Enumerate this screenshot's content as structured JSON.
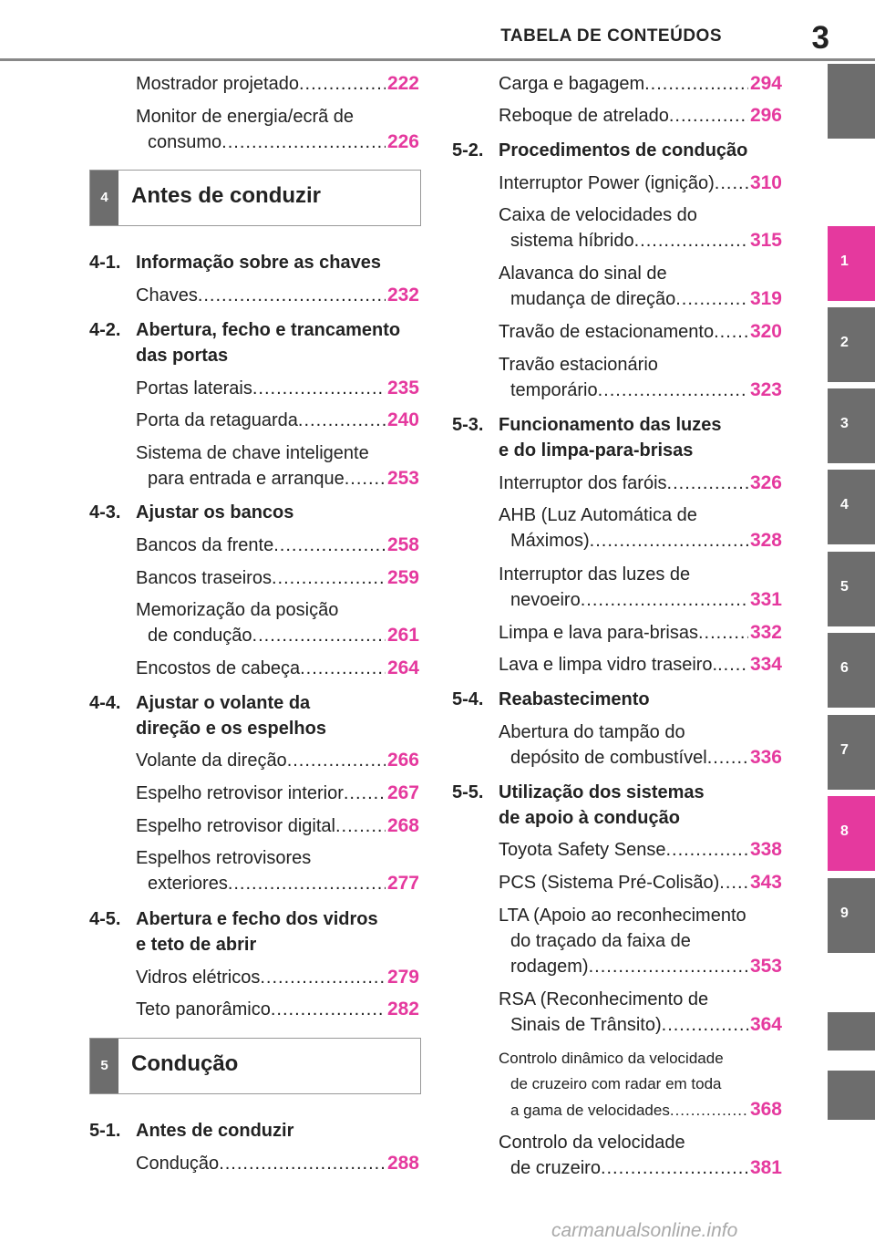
{
  "header": {
    "title": "TABELA DE CONTEÚDOS",
    "page_number": "3"
  },
  "left_column": {
    "top_entries": [
      {
        "lines": [
          "Mostrador projetado"
        ],
        "page": "222"
      },
      {
        "lines": [
          "Monitor de energia/ecrã de",
          "consumo"
        ],
        "page": "226"
      }
    ],
    "chapter4": {
      "tab": "4",
      "title": "Antes de conduzir"
    },
    "sections": [
      {
        "num": "4-1.",
        "title": [
          "Informação sobre as chaves"
        ],
        "entries": [
          {
            "lines": [
              "Chaves"
            ],
            "page": "232"
          }
        ]
      },
      {
        "num": "4-2.",
        "title": [
          "Abertura, fecho e trancamento",
          "das portas"
        ],
        "entries": [
          {
            "lines": [
              "Portas laterais"
            ],
            "page": "235"
          },
          {
            "lines": [
              "Porta da retaguarda"
            ],
            "page": "240"
          },
          {
            "lines": [
              "Sistema de chave inteligente",
              "para entrada e arranque"
            ],
            "page": "253"
          }
        ]
      },
      {
        "num": "4-3.",
        "title": [
          "Ajustar os bancos"
        ],
        "entries": [
          {
            "lines": [
              "Bancos da frente"
            ],
            "page": "258"
          },
          {
            "lines": [
              "Bancos traseiros"
            ],
            "page": "259"
          },
          {
            "lines": [
              "Memorização da posição",
              "de condução"
            ],
            "page": "261"
          },
          {
            "lines": [
              "Encostos de cabeça"
            ],
            "page": "264"
          }
        ]
      },
      {
        "num": "4-4.",
        "title": [
          "Ajustar o volante da",
          "direção e os espelhos"
        ],
        "entries": [
          {
            "lines": [
              "Volante da direção"
            ],
            "page": "266"
          },
          {
            "lines": [
              "Espelho retrovisor interior"
            ],
            "page": "267"
          },
          {
            "lines": [
              "Espelho retrovisor digital"
            ],
            "page": "268"
          },
          {
            "lines": [
              "Espelhos retrovisores",
              "exteriores"
            ],
            "page": "277"
          }
        ]
      },
      {
        "num": "4-5.",
        "title": [
          "Abertura e fecho dos vidros",
          "e teto de abrir"
        ],
        "entries": [
          {
            "lines": [
              "Vidros elétricos"
            ],
            "page": "279"
          },
          {
            "lines": [
              "Teto panorâmico"
            ],
            "page": "282"
          }
        ]
      }
    ],
    "chapter5": {
      "tab": "5",
      "title": "Condução"
    },
    "sections2": [
      {
        "num": "5-1.",
        "title": [
          "Antes de conduzir"
        ],
        "entries": [
          {
            "lines": [
              "Condução"
            ],
            "page": "288"
          }
        ]
      }
    ]
  },
  "right_column": {
    "top_entries": [
      {
        "lines": [
          "Carga e bagagem"
        ],
        "page": "294"
      },
      {
        "lines": [
          "Reboque de atrelado"
        ],
        "page": "296"
      }
    ],
    "sections": [
      {
        "num": "5-2.",
        "title": [
          "Procedimentos de condução"
        ],
        "entries": [
          {
            "lines": [
              "Interruptor Power (ignição)"
            ],
            "page": "310"
          },
          {
            "lines": [
              "Caixa de velocidades do",
              "sistema híbrido"
            ],
            "page": "315"
          },
          {
            "lines": [
              "Alavanca do sinal de",
              "mudança de direção"
            ],
            "page": "319"
          },
          {
            "lines": [
              "Travão de estacionamento"
            ],
            "page": "320"
          },
          {
            "lines": [
              "Travão estacionário",
              "temporário"
            ],
            "page": "323"
          }
        ]
      },
      {
        "num": "5-3.",
        "title": [
          "Funcionamento das luzes",
          "e do limpa-para-brisas"
        ],
        "entries": [
          {
            "lines": [
              "Interruptor dos faróis"
            ],
            "page": "326"
          },
          {
            "lines": [
              "AHB (Luz Automática de",
              "Máximos)"
            ],
            "page": "328"
          },
          {
            "lines": [
              "Interruptor das luzes de",
              "nevoeiro"
            ],
            "page": "331"
          },
          {
            "lines": [
              "Limpa e lava para-brisas"
            ],
            "page": "332"
          },
          {
            "lines": [
              "Lava e limpa vidro traseiro."
            ],
            "page": "334"
          }
        ]
      },
      {
        "num": "5-4.",
        "title": [
          "Reabastecimento"
        ],
        "entries": [
          {
            "lines": [
              "Abertura do tampão do",
              "depósito de combustível"
            ],
            "page": "336"
          }
        ]
      },
      {
        "num": "5-5.",
        "title": [
          "Utilização dos sistemas",
          "de apoio à condução"
        ],
        "entries": [
          {
            "lines": [
              "Toyota Safety Sense"
            ],
            "page": "338"
          },
          {
            "lines": [
              "PCS (Sistema Pré-Colisão)"
            ],
            "page": "343"
          },
          {
            "lines": [
              "LTA (Apoio ao reconhecimento",
              "do traçado da faixa de",
              "rodagem)"
            ],
            "page": "353"
          },
          {
            "lines": [
              "RSA (Reconhecimento de",
              "Sinais de Trânsito)"
            ],
            "page": "364"
          },
          {
            "lines": [
              "Controlo dinâmico da velocidade",
              "de cruzeiro com radar em toda",
              "a gama de velocidades"
            ],
            "page": "368"
          },
          {
            "lines": [
              "Controlo da velocidade",
              "de cruzeiro"
            ],
            "page": "381"
          }
        ]
      }
    ]
  },
  "side_tabs": [
    "1",
    "2",
    "3",
    "4",
    "5",
    "6",
    "7",
    "8",
    "9"
  ],
  "active_tabs": [
    "1",
    "8"
  ],
  "colors": {
    "accent_pink": "#e5399e",
    "tab_gray": "#6d6d6d"
  },
  "watermark": "carmanualsonline.info"
}
